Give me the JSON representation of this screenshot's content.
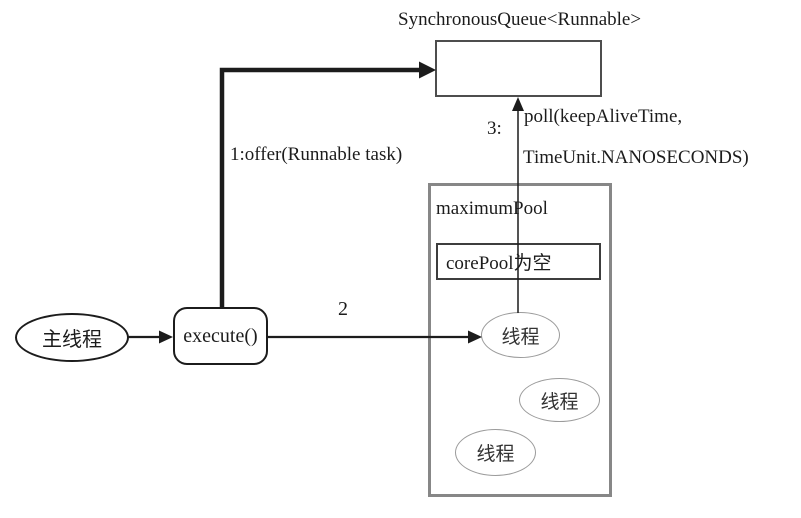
{
  "diagram": {
    "title": "SynchronousQueue<Runnable>",
    "main_thread": {
      "label": "主线程"
    },
    "execute_box": {
      "label": "execute()"
    },
    "pool": {
      "label": "maximumPool",
      "core_pool": {
        "label": "corePool为空"
      },
      "threads": [
        {
          "label": "线程"
        },
        {
          "label": "线程"
        },
        {
          "label": "线程"
        }
      ]
    },
    "annotations": {
      "offer_label": "1:offer(Runnable task)",
      "step2_label": "2",
      "step3_label": "3:",
      "poll_line1": "poll(keepAliveTime,",
      "poll_line2": "TimeUnit.NANOSECONDS)"
    },
    "colors": {
      "ink": "#1c1c1c",
      "pool_border": "#878787",
      "thread_border": "#9b9b9b",
      "box_border": "#3d3d3d"
    }
  }
}
